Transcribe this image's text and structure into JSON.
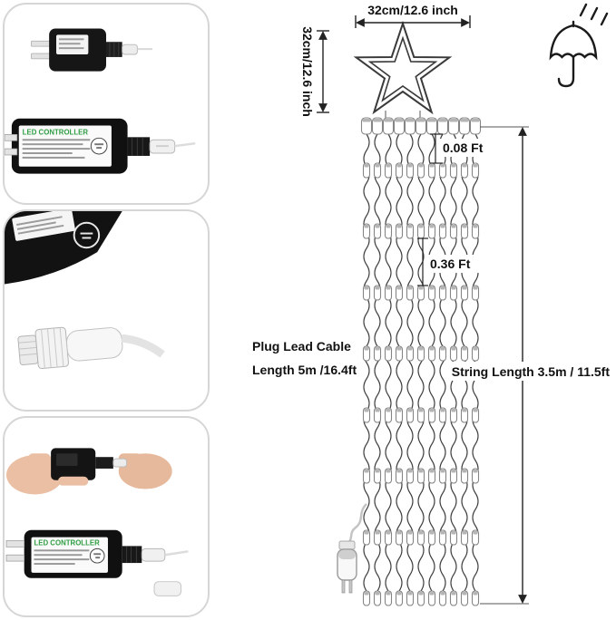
{
  "photos": {
    "controller_label": "LED CONTROLLER"
  },
  "diagram": {
    "star_width_label": "32cm/12.6 inch",
    "star_height_label": "32cm/12.6 inch",
    "gap_top_label": "0.08 Ft",
    "gap_between_label": "0.36 Ft",
    "plug_cable_line1": "Plug Lead Cable",
    "plug_cable_line2": "Length 5m /16.4ft",
    "string_length_label": "String Length 3.5m / 11.5ft",
    "curtain": {
      "string_count": 11,
      "bulb_rows": 8
    }
  },
  "colors": {
    "panel_border": "#d6d6d6",
    "dimension_line": "#222222",
    "string_wire": "#3f3f3f",
    "bulb_stroke": "#858585",
    "label_text": "#111111",
    "controller_green": "#2f9e44"
  }
}
